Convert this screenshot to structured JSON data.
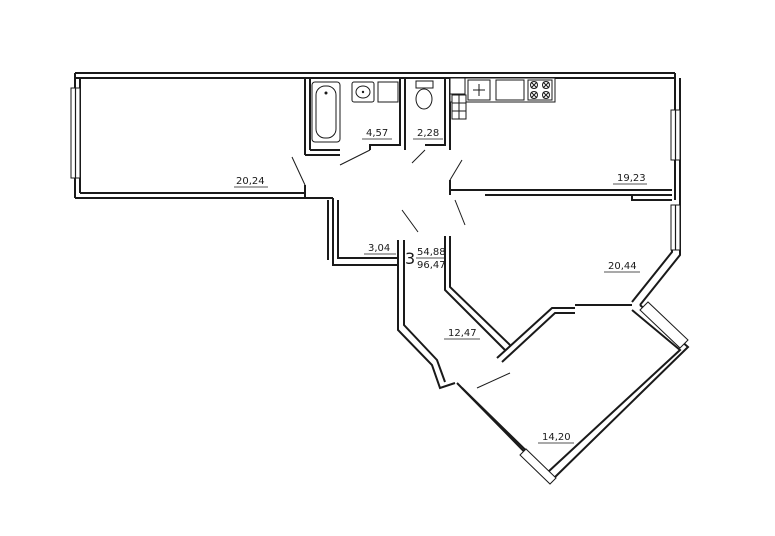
{
  "rooms": [
    {
      "id": "room-1",
      "area": "20,24"
    },
    {
      "id": "room-2",
      "area": "4,57"
    },
    {
      "id": "room-3",
      "area": "2,28"
    },
    {
      "id": "room-4",
      "area": "19,23"
    },
    {
      "id": "room-5",
      "area": "3,04"
    },
    {
      "id": "room-6",
      "area": "20,44"
    },
    {
      "id": "room-7",
      "area": "12,47"
    },
    {
      "id": "room-8",
      "area": "14,20"
    }
  ],
  "summary": {
    "room_count": "3",
    "living_area": "54,88",
    "total_area": "96,47"
  }
}
